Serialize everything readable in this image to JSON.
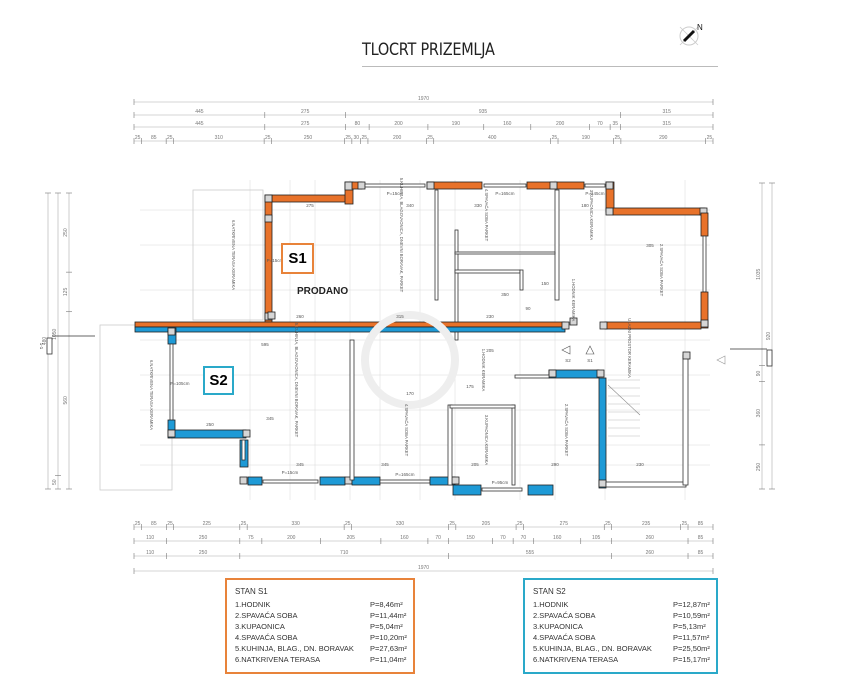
{
  "title": "TLOCRT PRIZEMLJA",
  "north_arrow": {
    "icon": "north-arrow-icon",
    "label": "N"
  },
  "dimensions": {
    "top": {
      "total": "1970",
      "row2": [
        "445",
        "275",
        "935",
        "315"
      ],
      "row3": [
        "445",
        "275",
        "80",
        "200",
        "190",
        "160",
        "200",
        "70",
        "35",
        "315"
      ],
      "row4": [
        "25",
        "85",
        "25",
        "310",
        "25",
        "250",
        "25",
        "30",
        "25",
        "200",
        "25",
        "400",
        "25",
        "190",
        "25",
        "290",
        "25"
      ]
    },
    "bottom": {
      "row1": [
        "25",
        "85",
        "25",
        "225",
        "25",
        "330",
        "25",
        "330",
        "25",
        "205",
        "25",
        "275",
        "25",
        "235",
        "25",
        "85"
      ],
      "row2": [
        "110",
        "250",
        "75",
        "200",
        "205",
        "160",
        "70",
        "150",
        "70",
        "70",
        "160",
        "105",
        "260",
        "85"
      ],
      "row3": [
        "110",
        "250",
        "710",
        "555",
        "260",
        "85"
      ],
      "total": "1970"
    },
    "left": [
      "480",
      "1050",
      "50",
      "250",
      "125",
      "560"
    ],
    "right": [
      "920",
      "1035",
      "90",
      "360",
      "250"
    ]
  },
  "rooms": {
    "s1": {
      "tag": "S1",
      "status": "PRODANO",
      "labels": [
        "5.KUHINJA, BLAGOVAONICA, DNEVNI BORAVAK, PARKET",
        "4.SPAVAĆA SOBA PARKET",
        "3.KUPAONICA KERAMIKA",
        "1.HODNIK KERAMIKA",
        "2.SPAVAĆA SOBA PARKET",
        "6.NATKRIVENA TERASA KERAMIKA"
      ],
      "windows": [
        "P=15cm",
        "P=165cm",
        "P=145cm",
        "P=15cm"
      ],
      "inner_dims": [
        "275",
        "340",
        "330",
        "180",
        "305",
        "260",
        "315",
        "230",
        "90",
        "150",
        "350"
      ]
    },
    "s2": {
      "tag": "S2",
      "labels": [
        "5.KUHINJA, BLAGOVAONICA, DNEVNI BORAVAK, PARKET",
        "4.SPAVAĆA SOBA PARKET",
        "1.HODNIK KERAMIKA",
        "3.KUPAONICA KERAMIKA",
        "2.SPAVAĆA SOBA PARKET",
        "6.NATKRIVENA TERASA KERAMIKA"
      ],
      "windows": [
        "P=15cm",
        "P=165cm",
        "P=95cm",
        "P=105cm"
      ],
      "inner_dims": [
        "595",
        "250",
        "345",
        "345",
        "345",
        "170",
        "175",
        "205",
        "290",
        "205",
        "230"
      ]
    },
    "stair": {
      "label": "ULAZNI PROSTOR KERAMIKA",
      "section_marks": [
        "S2",
        "S1"
      ]
    },
    "section_cut": "1-1"
  },
  "legend_s1": {
    "heading": "STAN S1",
    "rows": [
      {
        "name": "1.HODNIK",
        "area": "P=8,46m²"
      },
      {
        "name": "2.SPAVAĆA SOBA",
        "area": "P=11,44m²"
      },
      {
        "name": "3.KUPAONICA",
        "area": "P=5,04m²"
      },
      {
        "name": "4.SPAVAĆA SOBA",
        "area": "P=10,20m²"
      },
      {
        "name": "5.KUHINJA, BLAG., DN. BORAVAK",
        "area": "P=27,63m²"
      },
      {
        "name": "6.NATKRIVENA TERASA",
        "area": "P=11,04m²"
      }
    ]
  },
  "legend_s2": {
    "heading": "STAN S2",
    "rows": [
      {
        "name": "1.HODNIK",
        "area": "P=12,87m²"
      },
      {
        "name": "2.SPAVAĆA SOBA",
        "area": "P=10,59m²"
      },
      {
        "name": "3.KUPAONICA",
        "area": "P=5,13m²"
      },
      {
        "name": "4.SPAVAĆA SOBA",
        "area": "P=11,57m²"
      },
      {
        "name": "5.KUHINJA, BLAG., DN. BORAVAK",
        "area": "P=25,50m²"
      },
      {
        "name": "6.NATKRIVENA TERASA",
        "area": "P=15,17m²"
      }
    ]
  },
  "colors": {
    "s1": "#e8722a",
    "s2": "#1e9ad6",
    "wall": "#333333",
    "dim": "#999999",
    "legend_s1_border": "#e8833a",
    "legend_s2_border": "#2aa9c9"
  }
}
